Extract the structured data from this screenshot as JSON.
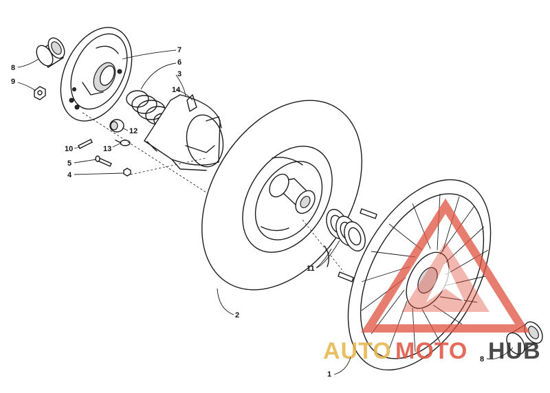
{
  "callouts": {
    "c1": "1",
    "c2": "2",
    "c3": "3",
    "c4": "4",
    "c5": "5",
    "c6": "6",
    "c7": "7",
    "c8a": "8",
    "c8b": "8",
    "c9": "9",
    "c10": "10",
    "c11": "11",
    "c12": "12",
    "c13": "13",
    "c14": "14"
  },
  "watermark": {
    "part1": "AUTO",
    "part2": "MOTO",
    "part3": "HUB",
    "color_gold": "#e6b44a",
    "color_red": "#e0523f",
    "color_dark": "#2b2b2b"
  }
}
